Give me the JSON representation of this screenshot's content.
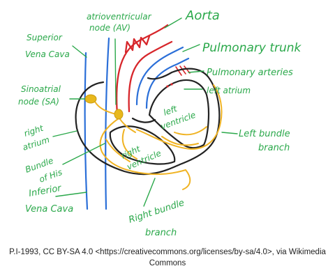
{
  "colors": {
    "label": "#2aa84a",
    "outline": "#222222",
    "aorta": "#d7262b",
    "vessel_blue": "#2b6fd8",
    "conduction": "#f0b323",
    "node_fill": "#e8b81c"
  },
  "labels": {
    "av_node_line1": "atrioventricular",
    "av_node_line2": "node (AV)",
    "aorta": "Aorta",
    "svc_line1": "Superior",
    "svc_line2": "Vena Cava",
    "pulmonary_trunk": "Pulmonary trunk",
    "pulmonary_arteries": "Pulmonary arteries",
    "left_atrium": "left atrium",
    "sa_node_line1": "Sinoatrial",
    "sa_node_line2": "node (SA)",
    "left_ventricle_line1": "left",
    "left_ventricle_line2": "ventricle",
    "left_bundle_line1": "Left bundle",
    "left_bundle_line2": "branch",
    "right_atrium_line1": "right",
    "right_atrium_line2": "atrium",
    "right_ventricle_line1": "right",
    "right_ventricle_line2": "ventricle",
    "bundle_his_line1": "Bundle",
    "bundle_his_line2": "of His",
    "ivc_line1": "Inferior",
    "ivc_line2": "Vena Cava",
    "right_bundle_line1": "Right bundle",
    "right_bundle_line2": "branch"
  },
  "caption": {
    "line1": "P.I-1993, CC BY-SA 4.0 <https://creativecommons.org/licenses/by-sa/4.0>, via Wikimedia",
    "line2": "Commons"
  }
}
